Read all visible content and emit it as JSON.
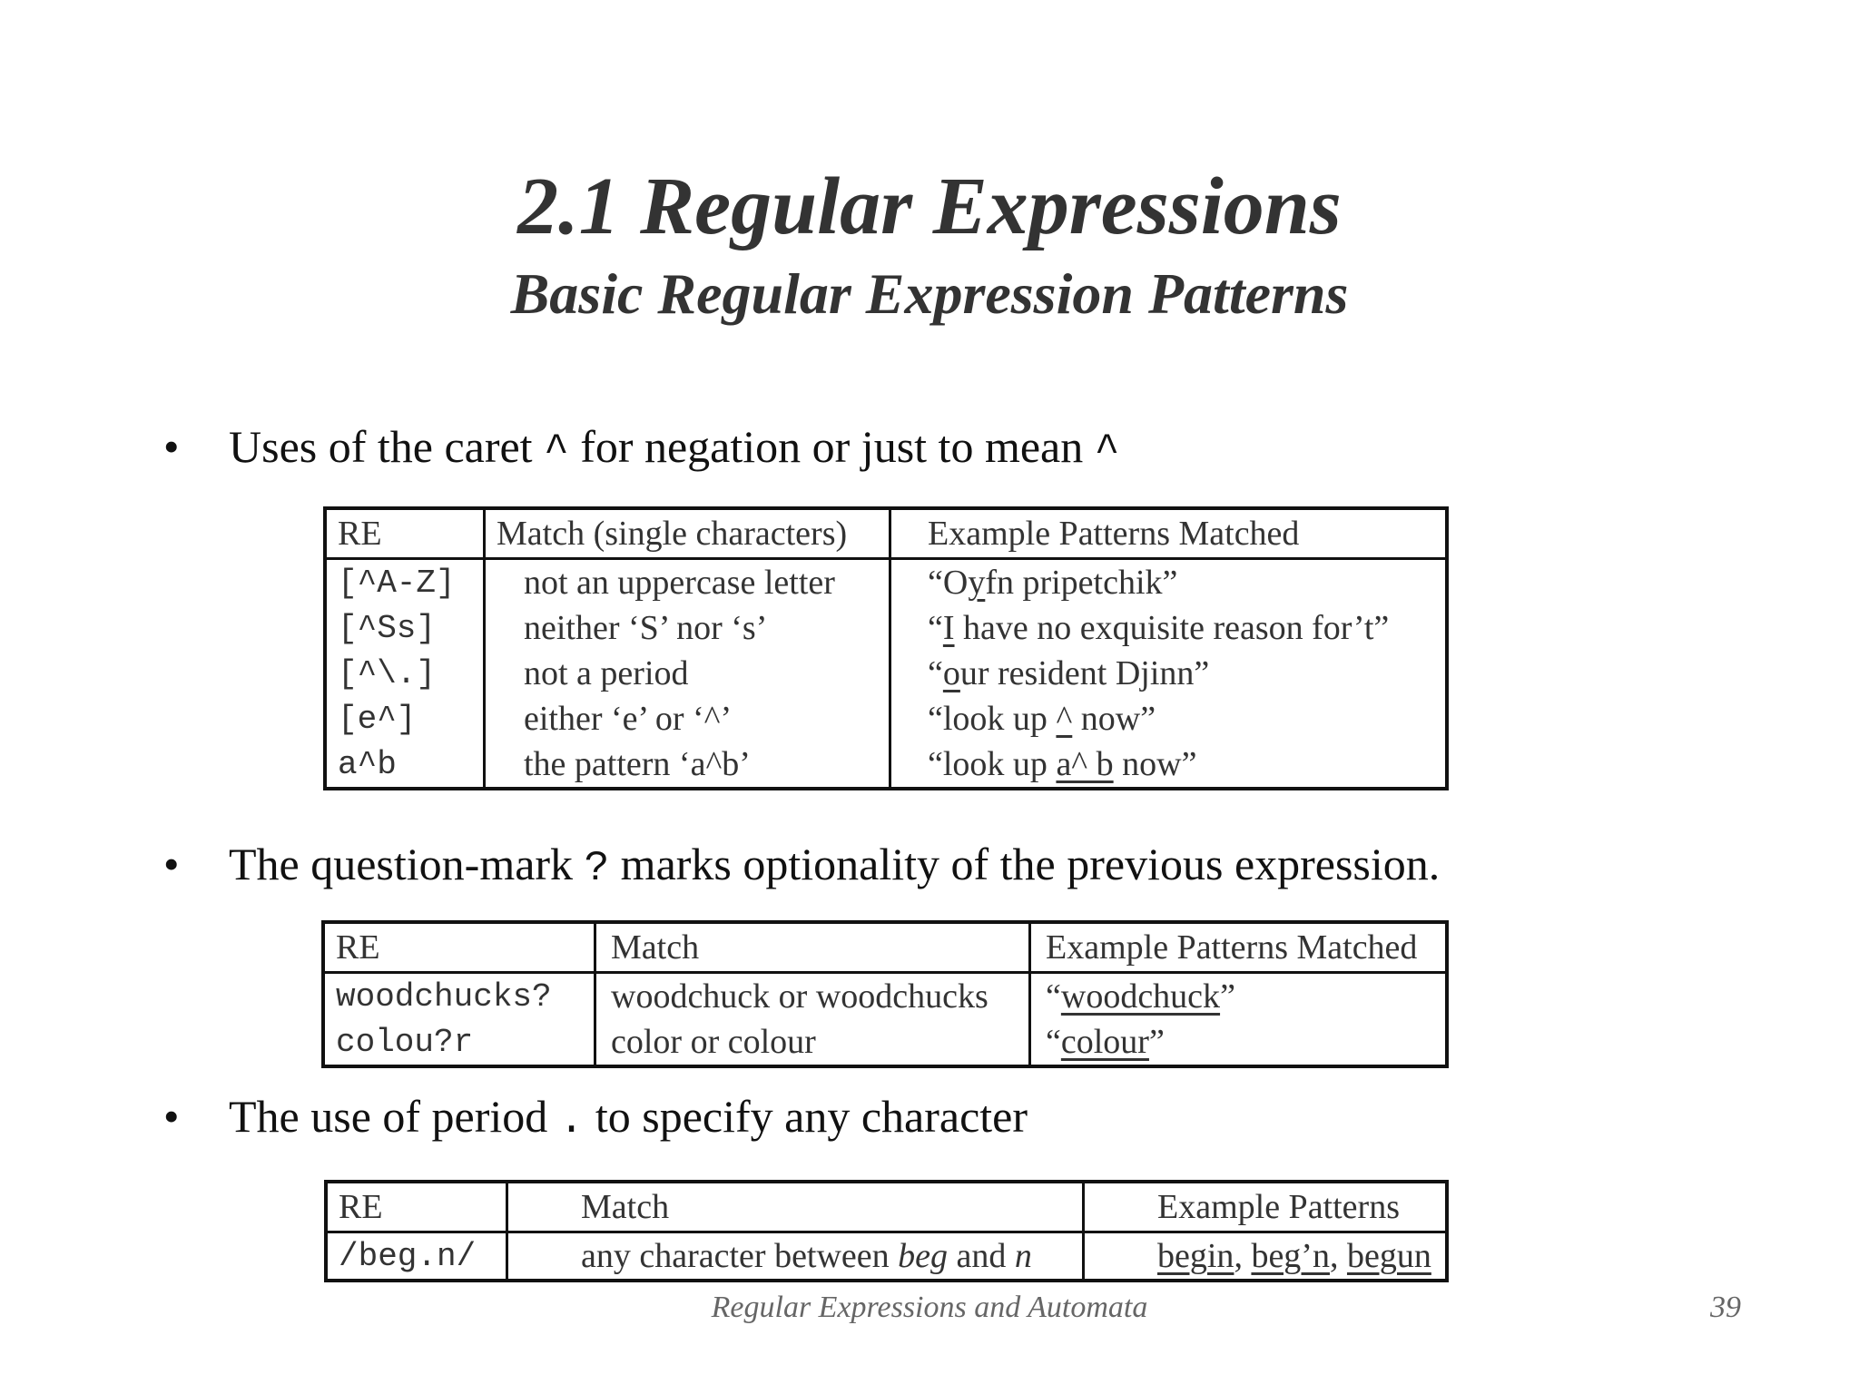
{
  "slide": {
    "title": "2.1 Regular Expressions",
    "subtitle": "Basic Regular Expression Patterns",
    "bullet_symbol": "•",
    "footer": "Regular Expressions and Automata",
    "page_number": "39"
  },
  "bullets": [
    {
      "before": "Uses of the caret ",
      "code": "^",
      "after": "  for negation or just to mean ",
      "code2": "^"
    },
    {
      "before": "The question-mark ",
      "code": "?",
      "after": " marks optionality of the previous expression."
    },
    {
      "before": "The use of period ",
      "code": ".",
      "after": " to specify any character"
    }
  ],
  "tables": {
    "caret": {
      "headers": [
        "RE",
        "Match (single characters)",
        "Example Patterns Matched"
      ],
      "rows": [
        {
          "re": "[^A-Z]",
          "match": "not an uppercase letter",
          "ex": [
            "“O",
            "y",
            "fn pripetchik”"
          ]
        },
        {
          "re": "[^Ss]",
          "match": "neither ‘S’ nor ‘s’",
          "ex": [
            "“",
            "I",
            " have no exquisite reason for’t”"
          ]
        },
        {
          "re": "[^\\.]",
          "match": "not a period",
          "ex": [
            "“",
            "o",
            "ur resident Djinn”"
          ]
        },
        {
          "re": "[e^]",
          "match": "either ‘e’ or ‘^’",
          "ex": [
            "“look up ",
            "^",
            " now”"
          ]
        },
        {
          "re": "a^b",
          "match": "the pattern ‘a^b’",
          "ex": [
            "“look up ",
            "a^ b",
            " now”"
          ]
        }
      ]
    },
    "question": {
      "headers": [
        "RE",
        "Match",
        "Example Patterns Matched"
      ],
      "rows": [
        {
          "re": "woodchucks?",
          "match": "woodchuck or woodchucks",
          "ex": [
            "“",
            "woodchuck",
            "”"
          ]
        },
        {
          "re": "colou?r",
          "match": "color or colour",
          "ex": [
            "“",
            "colour",
            "”"
          ]
        }
      ]
    },
    "period": {
      "headers": [
        "RE",
        "Match",
        "Example Patterns"
      ],
      "rows": [
        {
          "re": "/beg.n/",
          "match_pre": "any character between ",
          "match_em1": "beg",
          "match_mid": " and ",
          "match_em2": "n",
          "ex": [
            "begin",
            ", ",
            "beg’n",
            ", ",
            "begun"
          ]
        }
      ]
    }
  }
}
